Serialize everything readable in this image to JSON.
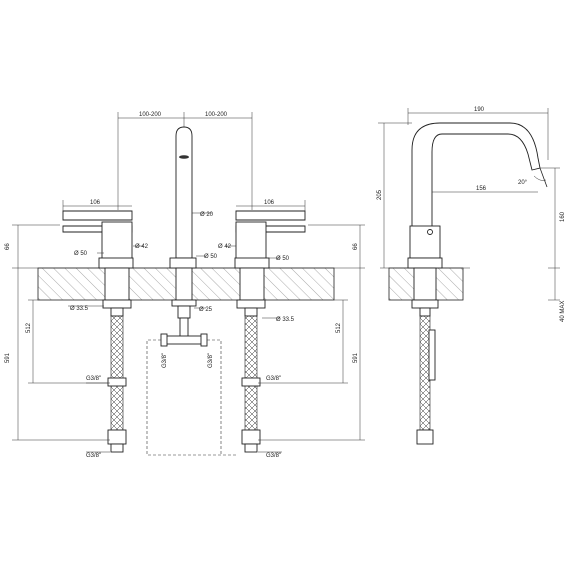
{
  "front_view": {
    "dims": {
      "spread_left": "100-200",
      "spread_right": "100-200",
      "lever_left": "106",
      "lever_right": "106",
      "spout_dia": "Ø 20",
      "handle_dia_left": "Ø 42",
      "handle_dia_right": "Ø 42",
      "base_dia_left": "Ø 50",
      "base_dia_center": "Ø 50",
      "base_dia_right": "Ø 50",
      "shank_dia_left": "Ø 33.5",
      "shank_dia_center": "Ø 25",
      "shank_dia_right": "Ø 33.5",
      "height_left": "66",
      "height_right": "66",
      "hose_len_left": "591",
      "hose_len_right": "591",
      "conn_len_left": "512",
      "conn_len_right": "512",
      "thread_tee_left": "G3/8\"",
      "thread_tee_right": "G3/8\"",
      "thread_left_mid": "G3/8\"",
      "thread_right_mid": "G3/8\"",
      "thread_left_end": "G3/8\"",
      "thread_right_end": "G3/8\""
    }
  },
  "side_view": {
    "dims": {
      "reach": "190",
      "spout_reach": "156",
      "angle": "20°",
      "total_height": "205",
      "spout_height": "160",
      "deck_max": "40 MAX"
    }
  }
}
